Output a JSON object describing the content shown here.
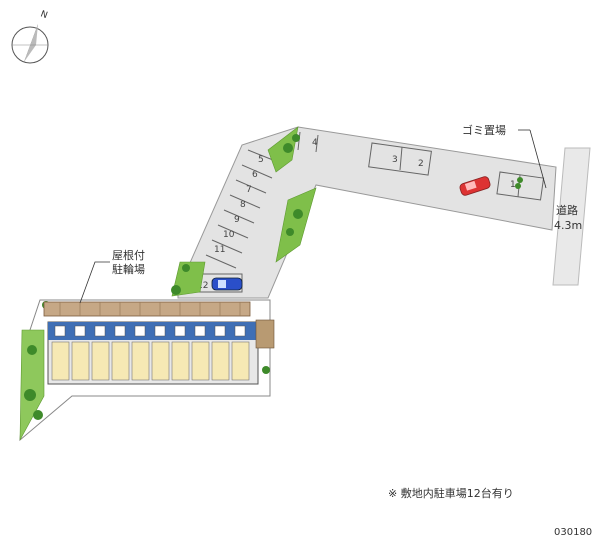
{
  "compass": {
    "north_label": "N"
  },
  "labels": {
    "garbage": "ゴミ置場",
    "road_line1": "道路",
    "road_line2": "4.3m",
    "bike_line1": "屋根付",
    "bike_line2": "駐輪場",
    "note": "※ 敷地内駐車場12台有り",
    "code": "030180"
  },
  "parking_spots": [
    "1",
    "2",
    "3",
    "4",
    "5",
    "6",
    "7",
    "8",
    "9",
    "10",
    "11",
    "12"
  ]
}
